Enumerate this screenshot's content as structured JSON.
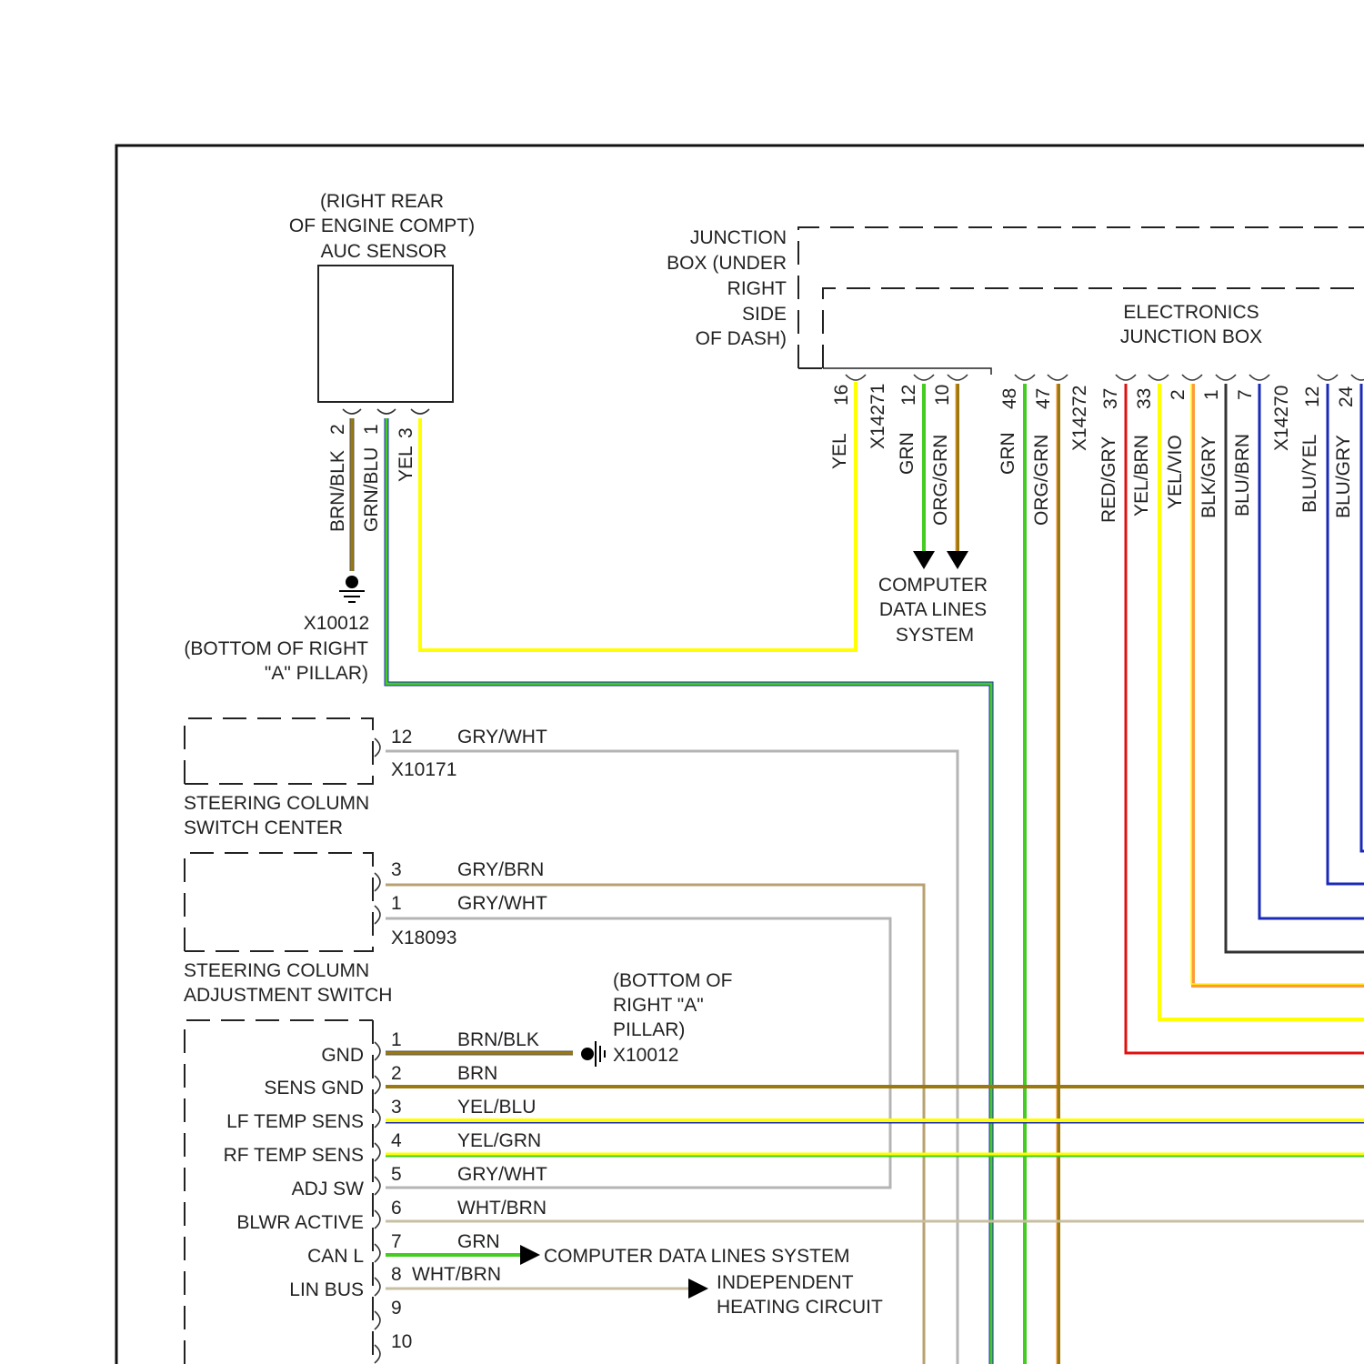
{
  "auc_sensor": {
    "location_l1": "(RIGHT REAR",
    "location_l2": "OF ENGINE COMPT)",
    "name": "AUC SENSOR",
    "wires": [
      {
        "color_name": "BRN/BLK",
        "pin": "2"
      },
      {
        "color_name": "GRN/BLU",
        "pin": "1"
      },
      {
        "color_name": "YEL",
        "pin": "3"
      }
    ]
  },
  "ground_1": {
    "id": "X10012",
    "location_l1": "(BOTTOM OF RIGHT",
    "location_l2": "\"A\" PILLAR)"
  },
  "junction_box": {
    "lines": [
      "JUNCTION",
      "BOX (UNDER",
      "RIGHT",
      "SIDE",
      "OF DASH)"
    ]
  },
  "ejb": {
    "l1": "ELECTRONICS",
    "l2": "JUNCTION BOX"
  },
  "ejb_pins": [
    {
      "pin": "16",
      "color_name": "YEL"
    },
    {
      "pin": "12",
      "color_name": "GRN"
    },
    {
      "pin": "10",
      "color_name": "ORG/GRN"
    },
    {
      "pin": "48",
      "color_name": "GRN"
    },
    {
      "pin": "47",
      "color_name": "ORG/GRN"
    },
    {
      "pin": "37",
      "color_name": "RED/GRY"
    },
    {
      "pin": "33",
      "color_name": "YEL/BRN"
    },
    {
      "pin": "2",
      "color_name": "YEL/VIO"
    },
    {
      "pin": "1",
      "color_name": "BLK/GRY"
    },
    {
      "pin": "7",
      "color_name": "BLU/BRN"
    },
    {
      "pin": "12",
      "color_name": "BLU/YEL"
    },
    {
      "pin": "24",
      "color_name": "BLU/GRY"
    }
  ],
  "ejb_connectors": [
    "X14271",
    "X14272",
    "X14270"
  ],
  "cdl_1": {
    "l1": "COMPUTER",
    "l2": "DATA LINES",
    "l3": "SYSTEM"
  },
  "switch_center": {
    "pin": "12",
    "wire": "GRY/WHT",
    "connector": "X10171",
    "l1": "STEERING COLUMN",
    "l2": "SWITCH CENTER"
  },
  "adjust_switch": {
    "pin_a": "3",
    "wire_a": "GRY/BRN",
    "pin_b": "1",
    "wire_b": "GRY/WHT",
    "connector": "X18093",
    "l1": "STEERING COLUMN",
    "l2": "ADJUSTMENT SWITCH"
  },
  "module": {
    "pins": [
      {
        "pin": "1",
        "label": "GND",
        "wire": "BRN/BLK"
      },
      {
        "pin": "2",
        "label": "SENS GND",
        "wire": "BRN"
      },
      {
        "pin": "3",
        "label": "LF TEMP SENS",
        "wire": "YEL/BLU"
      },
      {
        "pin": "4",
        "label": "RF TEMP SENS",
        "wire": "YEL/GRN"
      },
      {
        "pin": "5",
        "label": "ADJ SW",
        "wire": "GRY/WHT"
      },
      {
        "pin": "6",
        "label": "BLWR ACTIVE",
        "wire": "WHT/BRN"
      },
      {
        "pin": "7",
        "label": "CAN L",
        "wire": "GRN"
      },
      {
        "pin": "8",
        "label": "LIN BUS",
        "wire": "WHT/BRN"
      },
      {
        "pin": "9",
        "label": "",
        "wire": ""
      },
      {
        "pin": "10",
        "label": "",
        "wire": ""
      }
    ]
  },
  "ground_2": {
    "l1": "(BOTTOM OF",
    "l2": "RIGHT \"A\"",
    "l3": "PILLAR)",
    "id": "X10012"
  },
  "cdl_2": "COMPUTER DATA LINES SYSTEM",
  "heating": {
    "l1": "INDEPENDENT",
    "l2": "HEATING CIRCUIT"
  },
  "colors": {
    "yellow": "#ffff00",
    "green": "#44cc22",
    "brown": "#9a7a10",
    "gray": "#b4b4b4",
    "red": "#e01010",
    "blue": "#1a2ab8",
    "black": "#333333",
    "orange": "#ff9a40"
  }
}
